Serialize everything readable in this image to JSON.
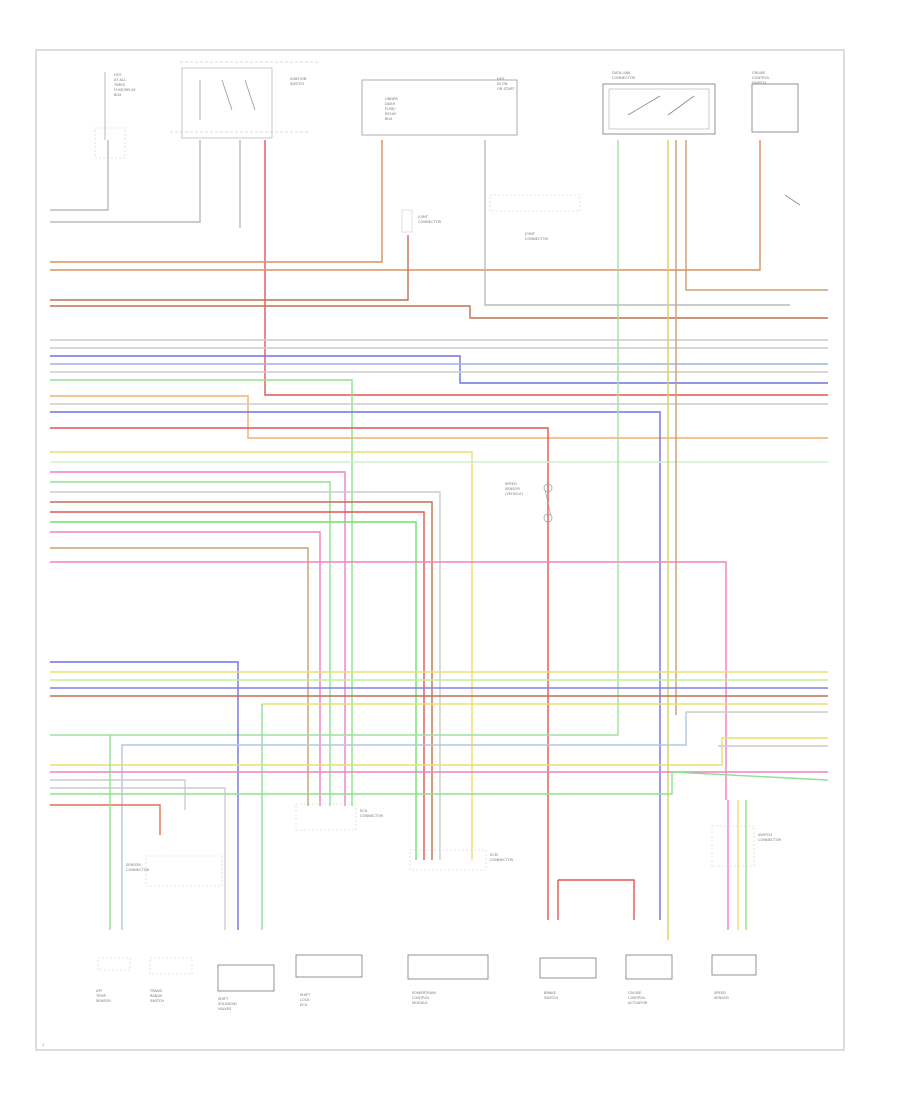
{
  "diagram": {
    "footer_code": "1",
    "top_components": [
      {
        "id": "hot_fuse",
        "lines": [
          "HOT",
          "AT ALL",
          "TIMES",
          "FUSE/RELAY",
          "BOX"
        ]
      },
      {
        "id": "ignition_switch",
        "lines": [
          "IGNITION",
          "SWITCH"
        ]
      },
      {
        "id": "under_dash",
        "lines": [
          "UNDER",
          "DASH",
          "FUSE/",
          "RELAY",
          "BOX"
        ]
      },
      {
        "id": "hot_in_on",
        "lines": [
          "HOT",
          "IN ON",
          "OR START"
        ]
      },
      {
        "id": "data_link",
        "lines": [
          "DATA LINK",
          "CONNECTOR"
        ]
      },
      {
        "id": "cruise_switch",
        "lines": [
          "CRUISE",
          "CONTROL",
          "SWITCH"
        ]
      }
    ],
    "mid_components": [
      {
        "id": "splice_left",
        "lines": [
          "JOINT",
          "CONNECTOR"
        ]
      },
      {
        "id": "splice_mid",
        "lines": [
          "JOINT",
          "CONNECTOR"
        ]
      },
      {
        "id": "sensor_mid",
        "lines": [
          "SPEED",
          "SENSOR",
          "(VEHICLE)"
        ]
      }
    ],
    "connector_labels": [
      {
        "id": "c1",
        "lines": [
          "ECU",
          "CONNECTOR"
        ]
      },
      {
        "id": "c2",
        "lines": [
          "ECM",
          "CONNECTOR"
        ]
      },
      {
        "id": "c3",
        "lines": [
          "SENSOR",
          "CONNECTOR"
        ]
      },
      {
        "id": "c4",
        "lines": [
          "SWITCH",
          "CONNECTOR"
        ]
      }
    ],
    "bottom_components": [
      {
        "id": "b1",
        "lines": [
          "ATF",
          "TEMP",
          "SENSOR"
        ]
      },
      {
        "id": "b2",
        "lines": [
          "TRANS",
          "RANGE",
          "SWITCH"
        ]
      },
      {
        "id": "b3",
        "lines": [
          "SHIFT",
          "SOLENOID",
          "VALVES"
        ]
      },
      {
        "id": "b4",
        "lines": [
          "SHIFT",
          "LOCK",
          "ECU"
        ]
      },
      {
        "id": "b5",
        "lines": [
          "POWERTRAIN",
          "CONTROL",
          "MODULE"
        ]
      },
      {
        "id": "b6",
        "lines": [
          "BRAKE",
          "SWITCH"
        ]
      },
      {
        "id": "b7",
        "lines": [
          "CRUISE",
          "CONTROL",
          "ACTUATOR"
        ]
      },
      {
        "id": "b8",
        "lines": [
          "SPEED",
          "SENSOR"
        ]
      }
    ]
  }
}
